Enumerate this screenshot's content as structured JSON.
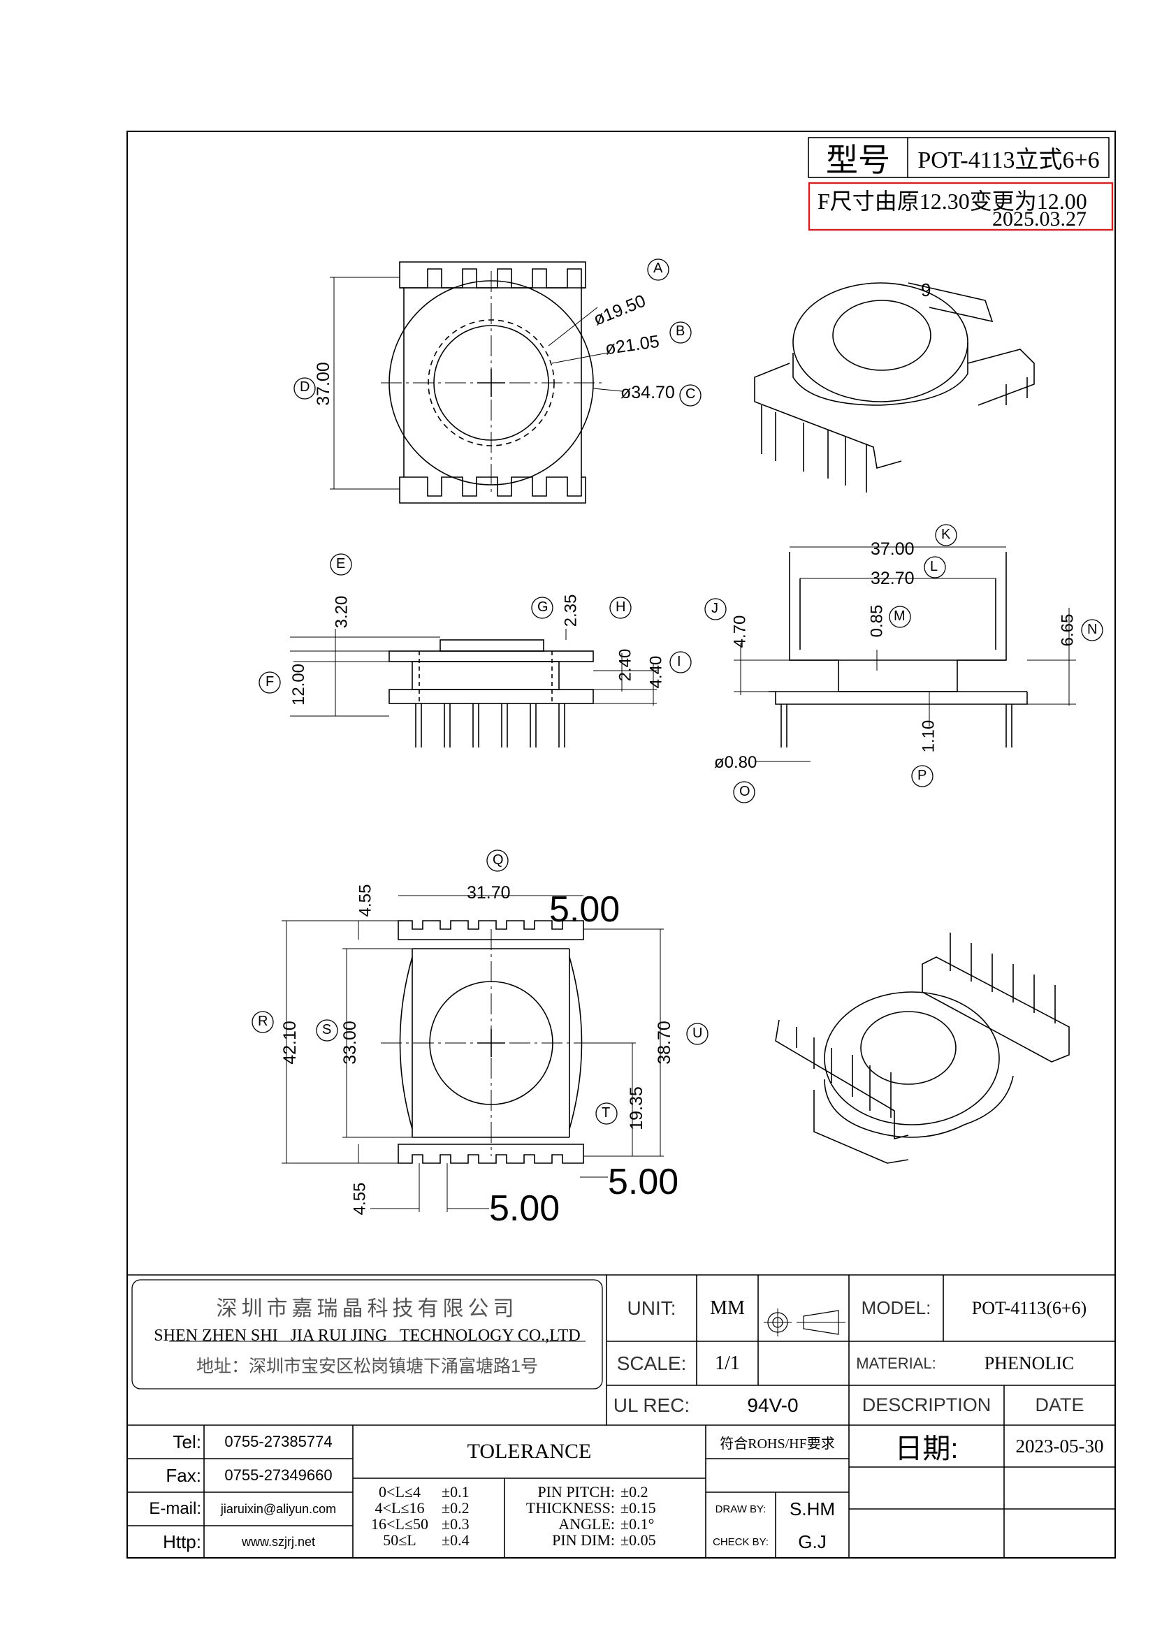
{
  "header": {
    "model_label": "型号",
    "model_value": "POT-4113立式6+6",
    "change_note": "F尺寸由原12.30变更为12.00",
    "change_date": "2025.03.27"
  },
  "drawing": {
    "top_view": {
      "dims": [
        "ø19.50",
        "ø21.05",
        "ø34.70",
        "37.00"
      ],
      "callouts": [
        "A",
        "B",
        "C",
        "D"
      ]
    },
    "iso_top": {
      "pin_mark": "9"
    },
    "side_view": {
      "dims": [
        "3.20",
        "2.35",
        "2.40",
        "4.40",
        "12.00"
      ],
      "callouts": [
        "E",
        "G",
        "H",
        "I",
        "F"
      ]
    },
    "front_view": {
      "dims": [
        "37.00",
        "32.70",
        "0.85",
        "4.70",
        "6.65",
        "1.10",
        "ø0.80"
      ],
      "callouts": [
        "K",
        "L",
        "M",
        "J",
        "N",
        "P",
        "O"
      ]
    },
    "bottom_view": {
      "dims": [
        "31.70",
        "5.00",
        "4.55",
        "42.10",
        "33.00",
        "38.70",
        "19.35",
        "4.55",
        "5.00",
        "5.00"
      ],
      "callouts": [
        "Q",
        "R",
        "S",
        "U",
        "T"
      ]
    }
  },
  "title_block": {
    "company_cn": "深圳市嘉瑞晶科技有限公司",
    "company_en": "SHEN ZHEN SHI   JIA RUI JING   TECHNOLOGY CO.,LTD",
    "address": "地址：深圳市宝安区松岗镇塘下涌富塘路1号",
    "unit_label": "UNIT:",
    "unit_value": "MM",
    "scale_label": "SCALE:",
    "scale_value": "1/1",
    "ulrec_label": "UL REC:",
    "ulrec_value": "94V-0",
    "model_label": "MODEL:",
    "model_value": "POT-4113(6+6)",
    "material_label": "MATERIAL:",
    "material_value": "PHENOLIC",
    "description_label": "DESCRIPTION",
    "date_label": "DATE",
    "date_cn_label": "日期:",
    "date_value": "2023-05-30",
    "tel_label": "Tel:",
    "tel_value": "0755-27385774",
    "fax_label": "Fax:",
    "fax_value": "0755-27349660",
    "email_label": "E-mail:",
    "email_value": "jiaruixin@aliyun.com",
    "http_label": "Http:",
    "http_value": "www.szjrj.net",
    "tolerance_title": "TOLERANCE",
    "tol_ranges": [
      "0<L≤4",
      "4<L≤16",
      "16<L≤50",
      "50≤L"
    ],
    "tol_values": [
      "±0.1",
      "±0.2",
      "±0.3",
      "±0.4"
    ],
    "tol_items": [
      "PIN PITCH:",
      "THICKNESS:",
      "ANGLE:",
      "PIN DIM:"
    ],
    "tol_item_values": [
      "±0.2",
      "±0.15",
      "±0.1°",
      "±0.05"
    ],
    "rohs": "符合ROHS/HF要求",
    "draw_label": "DRAW BY:",
    "draw_value": "S.HM",
    "check_label": "CHECK BY:",
    "check_value": "G.J"
  },
  "colors": {
    "line": "#000000",
    "highlight": "#d42020"
  }
}
